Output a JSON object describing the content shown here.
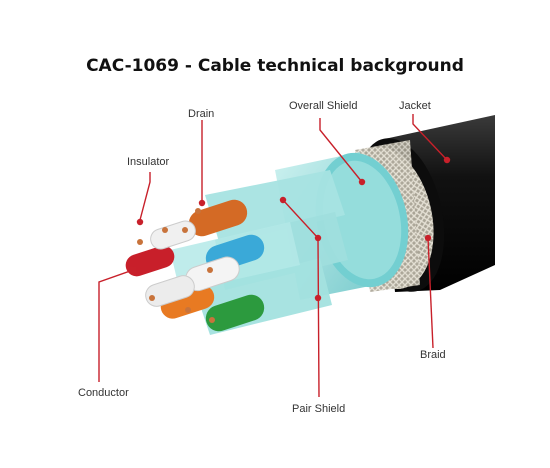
{
  "title": "CAC-1069 - Cable technical background",
  "labels": {
    "drain": "Drain",
    "overall_shield": "Overall Shield",
    "jacket": "Jacket",
    "insulator": "Insulator",
    "braid": "Braid",
    "conductor": "Conductor",
    "pair_shield": "Pair Shield"
  },
  "colors": {
    "leader": "#c8202a",
    "jacket": "#111111",
    "shield": "#8fd8d8",
    "braid": "#b9b5a8"
  }
}
